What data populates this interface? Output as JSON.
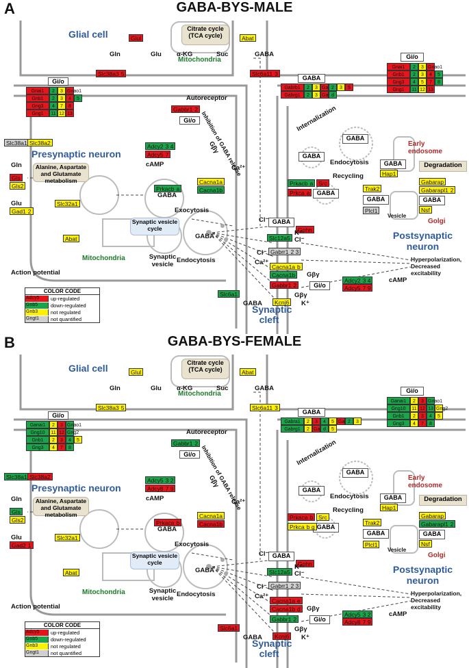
{
  "panels": [
    {
      "letter": "A",
      "title": "GABA-BYS-MALE",
      "genes": {
        "glul": {
          "label": "Glul",
          "status": "up"
        },
        "abat_top": {
          "label": "Abat",
          "status": "not"
        },
        "slc38a3": {
          "label": "Slc38a3",
          "num": "5",
          "status": "up"
        },
        "slc6a11": {
          "label": "Slc6a11",
          "num": "3",
          "status": "up"
        },
        "gabbr1": {
          "label": "Gabbr1",
          "num": "2",
          "status": "up"
        },
        "slc38a1": {
          "label": "Slc38a1",
          "status": "nq"
        },
        "slc38a2": {
          "label": "Slc38a2",
          "status": "not"
        },
        "gls": {
          "label": "Gls",
          "status": "up"
        },
        "gls2": {
          "label": "Gls2",
          "status": "not"
        },
        "gad1": {
          "label": "Gad1",
          "num": "2",
          "status": "not"
        },
        "slc32a1": {
          "label": "Slc32a1",
          "status": "not"
        },
        "abat_mid": {
          "label": "Abat",
          "status": "not"
        },
        "adcy2": {
          "label": "Adcy2",
          "num": "3 4",
          "status": "down"
        },
        "adcy5": {
          "label": "Adcy5",
          "num": "7",
          "status": "up"
        },
        "prkacb": {
          "label": "Prkacb",
          "num": "a",
          "status": "down"
        },
        "cacna1a": {
          "label": "Cacna1a",
          "status": "not"
        },
        "cacna1b": {
          "label": "Cacna1b",
          "status": "down"
        },
        "slc6a1": {
          "label": "Slc6a1",
          "status": "down"
        },
        "prkacb2": {
          "label": "Prkacb",
          "num": "a",
          "status": "down"
        },
        "src": {
          "label": "Src",
          "status": "up"
        },
        "prkca": {
          "label": "Prkca",
          "num": "a",
          "status": "up"
        },
        "gphn": {
          "label": "Gphn",
          "status": "up"
        },
        "slc12a5": {
          "label": "Slc12a5",
          "status": "down"
        },
        "gabrr1": {
          "label": "Gabrr1",
          "num": "2 3",
          "status": "nq"
        },
        "cacna1a2": {
          "label": "Cacna1a",
          "num": "b",
          "status": "not"
        },
        "cacna1b2": {
          "label": "Cacna1b",
          "status": "down"
        },
        "gabbr1b": {
          "label": "Gabbr1",
          "num": "2",
          "status": "up"
        },
        "kcnj6": {
          "label": "Kcnj6",
          "status": "not"
        },
        "trak2": {
          "label": "Trak2",
          "status": "not"
        },
        "hap1": {
          "label": "Hap1",
          "status": "not"
        },
        "plcl1": {
          "label": "Plcl1",
          "status": "nq"
        },
        "nsf": {
          "label": "Nsf",
          "status": "not"
        },
        "gabarap": {
          "label": "Gabarap",
          "status": "not"
        },
        "gabarapl1": {
          "label": "Gabarapl1",
          "num": "2",
          "status": "not"
        }
      },
      "gio_pre": [
        [
          "Gnai1",
          "2",
          "3",
          "Gnao1"
        ],
        [
          "Gnb1",
          "2",
          "3",
          "4",
          "5"
        ],
        [
          "Gng3",
          "4",
          "7",
          "8"
        ],
        [
          "Gng1",
          "11",
          "12",
          "13"
        ]
      ],
      "gio_post": [
        [
          "Gnai1",
          "2",
          "3",
          "Gnao1"
        ],
        [
          "Gnb1",
          "2",
          "3",
          "4",
          "5"
        ],
        [
          "Gng3",
          "4",
          "5",
          "7",
          "8"
        ],
        [
          "Gng1",
          "11",
          "12",
          "13"
        ]
      ],
      "gabaa_top": [
        [
          "Gabrb1",
          "2",
          "3",
          "Gabra1",
          "2",
          "3",
          "5"
        ],
        [
          "Gabrg1",
          "2",
          "3",
          "Gabrq",
          "d"
        ]
      ],
      "adcy_post": {
        "label": "Adcy2",
        "num": "3 4",
        "label2": "Adcy5",
        "num2": "7 9"
      }
    },
    {
      "letter": "B",
      "title": "GABA-BYS-FEMALE",
      "genes": {
        "glul": {
          "label": "Glul",
          "status": "not"
        },
        "abat_top": {
          "label": "Abat",
          "status": "not"
        },
        "slc38a3": {
          "label": "Slc38a3",
          "num": "5",
          "status": "not"
        },
        "slc6a11": {
          "label": "Slc6a11",
          "num": "3",
          "status": "not"
        },
        "gabbr1": {
          "label": "Gabbr1",
          "num": "2",
          "status": "down"
        },
        "slc38a1": {
          "label": "Slc38a1",
          "status": "down"
        },
        "slc38a2": {
          "label": "Slc38a2",
          "status": "up"
        },
        "gls": {
          "label": "Gls",
          "status": "down"
        },
        "gls2": {
          "label": "Gls2",
          "status": "not"
        },
        "gad1": {
          "label": "Gad2",
          "num": "1",
          "status": "up"
        },
        "slc32a1": {
          "label": "Slc32a1",
          "status": "not"
        },
        "abat_mid": {
          "label": "Abat",
          "status": "not"
        },
        "adcy2": {
          "label": "Adcy5",
          "num": "3 2",
          "status": "down"
        },
        "adcy5": {
          "label": "Adcy8",
          "num": "7 9",
          "status": "up"
        },
        "prkacb": {
          "label": "Prkaca",
          "num": "b",
          "status": "up"
        },
        "cacna1a": {
          "label": "Cacna1a",
          "status": "not"
        },
        "cacna1b": {
          "label": "Cacna1b",
          "status": "up"
        },
        "slc6a1": {
          "label": "Slc6a1",
          "status": "up"
        },
        "prkacb2": {
          "label": "Prkaca",
          "num": "b",
          "status": "up"
        },
        "src": {
          "label": "Src",
          "status": "not"
        },
        "prkca": {
          "label": "Prkca",
          "num": "b g",
          "status": "not"
        },
        "gphn": {
          "label": "Gphn",
          "status": "up"
        },
        "slc12a5": {
          "label": "Slc12a5",
          "status": "down"
        },
        "gabrr1": {
          "label": "Gabrr1",
          "num": "2 3",
          "status": "nq"
        },
        "cacna1a2": {
          "label": "Cacna1a",
          "num": "e",
          "status": "up"
        },
        "cacna1b2": {
          "label": "Cacna1b",
          "num": "d",
          "status": "up"
        },
        "gabbr1b": {
          "label": "Gabbr1",
          "num": "2",
          "status": "down"
        },
        "kcnj6": {
          "label": "Kcnj6",
          "status": "up"
        },
        "trak2": {
          "label": "Trak2",
          "status": "not"
        },
        "hap1": {
          "label": "Hap1",
          "status": "not"
        },
        "plcl1": {
          "label": "Plcl1",
          "status": "not"
        },
        "nsf": {
          "label": "Nsf",
          "status": "not"
        },
        "gabarap": {
          "label": "Gabarap",
          "status": "not"
        },
        "gabarapl1": {
          "label": "Gabarapl1",
          "num": "2",
          "status": "down"
        }
      },
      "gio_pre": [
        [
          "Ganai1",
          "2",
          "3",
          "Gnao1"
        ],
        [
          "Gng10",
          "11",
          "12",
          "Gng2"
        ],
        [
          "Gnb1",
          "2",
          "3",
          "4",
          "5"
        ],
        [
          "Gng3",
          "4",
          "7",
          "8"
        ]
      ],
      "gio_post": [
        [
          "Ganai1",
          "2",
          "3",
          "Gnao1"
        ],
        [
          "Gng10",
          "11",
          "12",
          "13",
          "Gng2"
        ],
        [
          "Gnb1",
          "2",
          "3",
          "4",
          "5"
        ],
        [
          "Gng3",
          "4",
          "7",
          "8"
        ]
      ],
      "gabaa_top": [
        [
          "Gabra1",
          "2",
          "3",
          "4",
          "5",
          "Gabrb1",
          "2",
          "3"
        ],
        [
          "Gabrg1",
          "2",
          "Gabrq",
          "d",
          "5"
        ]
      ],
      "adcy_post": {
        "label": "Adcy5",
        "num": "3 2",
        "label2": "Adcy8",
        "num2": "7 9"
      }
    }
  ],
  "labels": {
    "glial_cell": "Glial cell",
    "citrate_cycle": "Citrate cycle",
    "tca_cycle": "(TCA cycle)",
    "mitochondria": "Mitochondria",
    "gln": "Gln",
    "glu": "Glu",
    "akg": "α-KG",
    "suc": "Suc",
    "gaba": "GABA",
    "gio": "Gi/o",
    "gaba_a": "GABA",
    "autoreceptor": "Autoreceptor",
    "presynaptic_neuron": "Presynaptic neuron",
    "alanine_metabolism": "Alanine, Aspartate and Glutamate metabolism",
    "camp": "cAMP",
    "ca2": "Ca²⁺",
    "gby": "Gβγ",
    "inhibition": "Inhibition of GABA release",
    "exocytosis": "Exocytosis",
    "synaptic_vesicle_cycle": "Synaptic vesicle cycle",
    "synaptic_vesicle": "Synaptic vesicle",
    "endocytosis": "Endocytosis",
    "internalization": "Internalization",
    "recycling": "Recycling",
    "early_endosome": "Early endosome",
    "degradation": "Degradation",
    "vesicle": "Vesicle",
    "golgi": "Golgi",
    "postsynaptic_neuron": "Postsynaptic neuron",
    "hyperpolarization": "Hyperpolarization, Decreased excitability",
    "action_potential": "Action potential",
    "synaptic_cleft": "Synaptic cleft",
    "cl": "Cl⁻",
    "k": "K⁺"
  },
  "legend": {
    "title": "COLOR CODE",
    "rows": [
      {
        "swatch": "Adcy5",
        "text": "up-regulated",
        "status": "up"
      },
      {
        "swatch": "Gnb5",
        "text": "down-regulated",
        "status": "down"
      },
      {
        "swatch": "Gnb3",
        "text": "not regulated",
        "status": "not"
      },
      {
        "swatch": "Gngt1",
        "text": "not quantified",
        "status": "nq"
      }
    ]
  },
  "colors": {
    "up": "#e8141b",
    "down": "#1aa54b",
    "not": "#fff200",
    "nq": "#d0d0d0",
    "cell_label": "#2f5b9a"
  }
}
